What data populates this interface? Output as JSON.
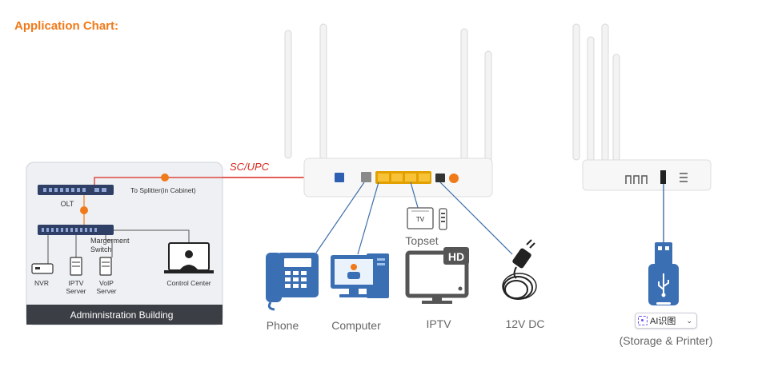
{
  "header": {
    "title": "Application Chart:"
  },
  "cable_label": "SC/UPC",
  "admin_panel": {
    "to_splitter": "To Splitter(in Cabinet)",
    "olt": "OLT",
    "switch_line1": "Margerment",
    "switch_line2": "Switch",
    "nvr": "NVR",
    "iptv_server_line1": "IPTV",
    "iptv_server_line2": "Server",
    "voip_server_line1": "VoIP",
    "voip_server_line2": "Server",
    "control_center": "Control Center",
    "building": "Adminnistration Building"
  },
  "devices": {
    "tv_box_label": "TV",
    "topset": "Topset",
    "hd_badge": "HD",
    "phone": "Phone",
    "computer": "Computer",
    "iptv": "IPTV",
    "dc": "12V DC",
    "storage": "(Storage & Printer)"
  },
  "ai_chip": {
    "label": "AI识图",
    "chevron": "⌄"
  },
  "colors": {
    "accent_orange": "#f07a1a",
    "cable_red": "#d9281f",
    "device_blue": "#3b6fb4",
    "port_yellow": "#f2b21b"
  }
}
